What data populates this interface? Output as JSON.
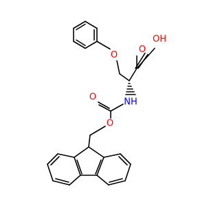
{
  "colors": {
    "bond": "#000000",
    "oxygen": "#ff0000",
    "nitrogen": "#0000ff",
    "background": "#ffffff"
  },
  "atoms": {
    "o_carboxyl_carbonyl": "O",
    "oh_carboxyl": "OH",
    "o_ether": "O",
    "nh_amine": "NH",
    "o_carbamate_carbonyl": "O",
    "o_carbamate_ester": "O"
  }
}
